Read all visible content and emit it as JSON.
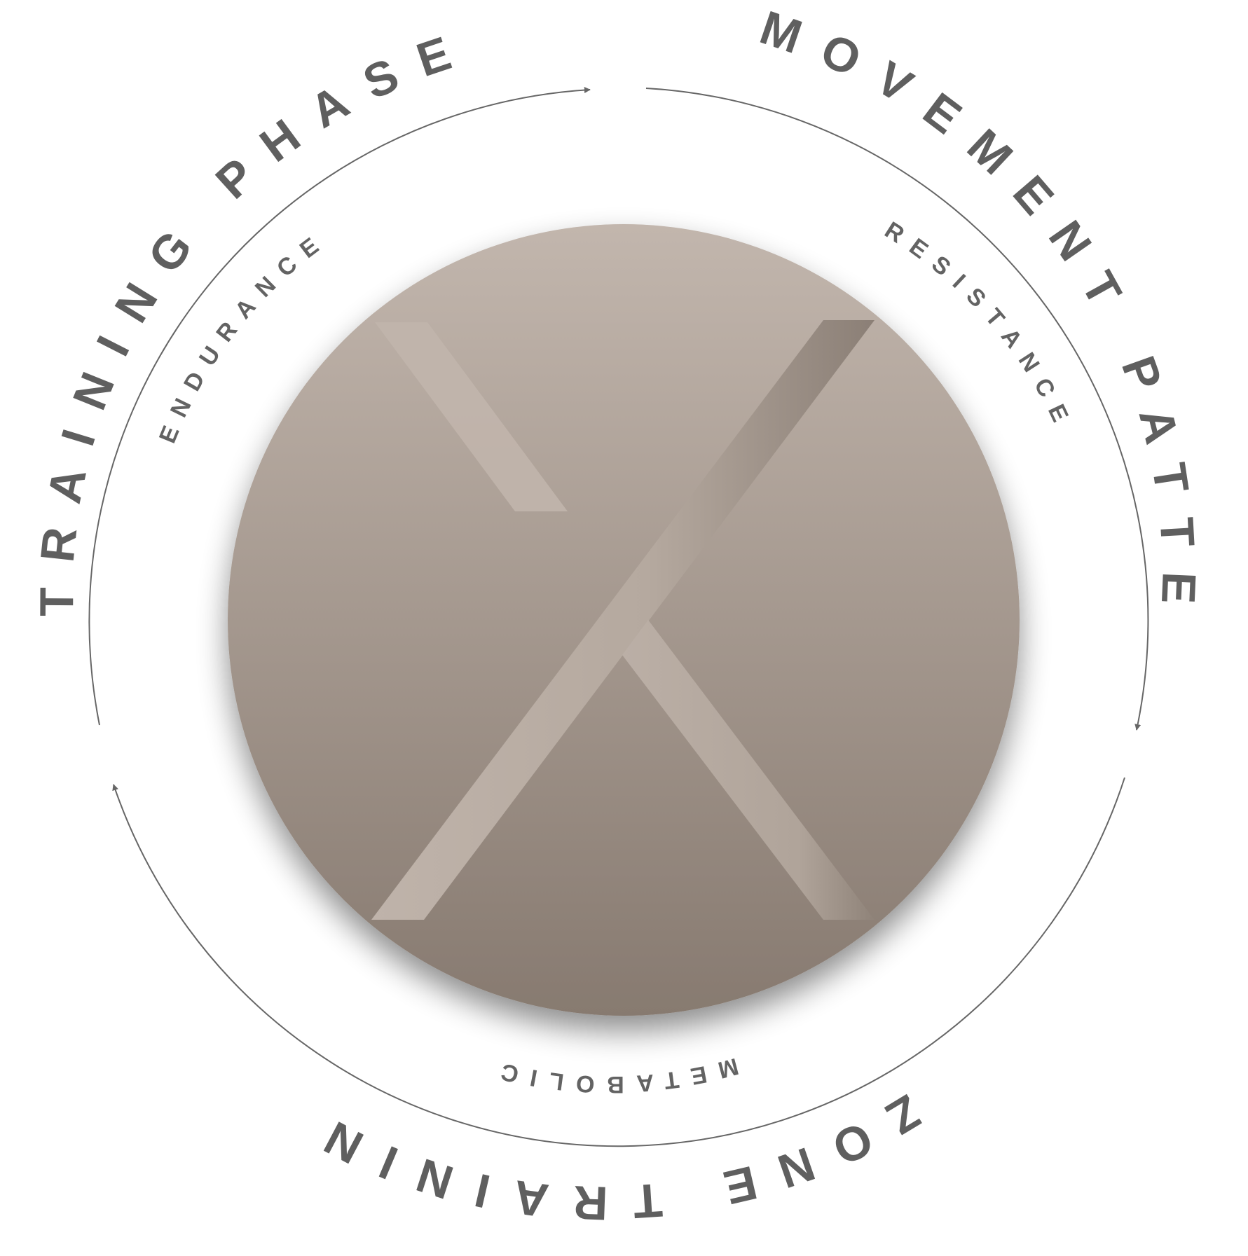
{
  "outer_labels": {
    "training_phases": "TRAINING PHASES",
    "movement_patterns": "MOVEMENT PATTERNS",
    "zone_training": "ZONE TRAINING"
  },
  "inner_labels": {
    "endurance": "ENDURANCE",
    "resistance": "RESISTANCE",
    "metabolic": "METABOLIC"
  },
  "colors": {
    "text_outer": "#5f5f5f",
    "text_inner": "#636363",
    "arc": "#666666",
    "disc_top": "#c2b6ad",
    "disc_bottom": "#877a70",
    "logo_stroke": "#bfb3aa"
  }
}
